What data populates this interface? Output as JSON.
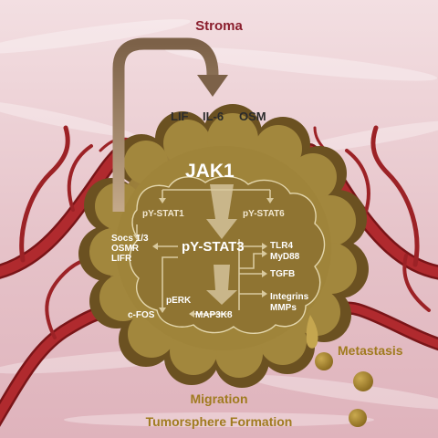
{
  "diagram": {
    "stroma": "Stroma",
    "cytokines": [
      "LIF",
      "IL-6",
      "OSM"
    ],
    "jak1": "JAK1",
    "stat1": "pY-STAT1",
    "stat6": "pY-STAT6",
    "stat3": "pY-STAT3",
    "left_targets": [
      "Socs 1/3",
      "OSMR",
      "LIFR"
    ],
    "right_targets": [
      "TLR4",
      "MyD88",
      "TGFB",
      "Integrins",
      "MMPs"
    ],
    "perk": "pERK",
    "cfos": "c-FOS",
    "map3k8": "MAP3K8",
    "outcomes": {
      "metastasis": "Metastasis",
      "migration": "Migration",
      "tumorsphere": "Tumorsphere Formation"
    }
  },
  "colors": {
    "stroma_text": "#8a1e2d",
    "outcome_text": "#a07b1f",
    "tumor_fill": "#a58a3e",
    "vessel": "#a32428",
    "stroma_bg": "#e9cfd4"
  }
}
